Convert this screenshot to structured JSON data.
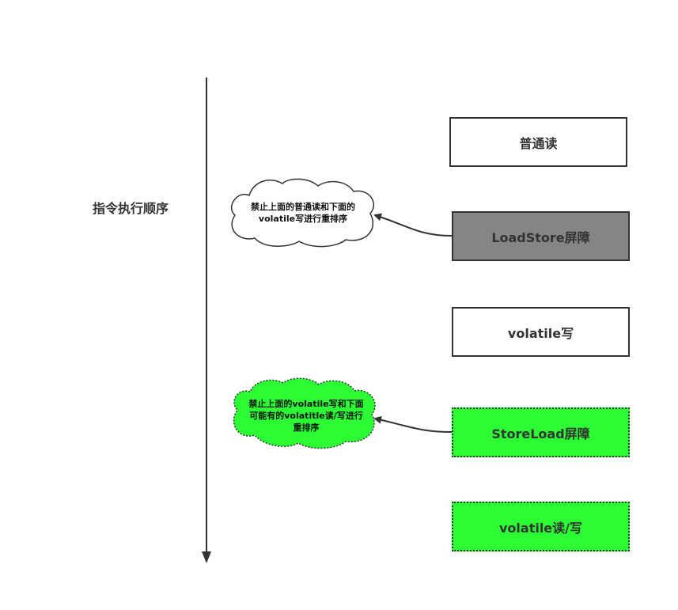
{
  "timeline_label": "指令执行顺序",
  "boxes": {
    "normal_read": "普通读",
    "loadstore_barrier": "LoadStore屏障",
    "volatile_write": "volatile写",
    "storeload_barrier": "StoreLoad屏障",
    "volatile_read_write": "volatile读/写"
  },
  "notes": {
    "loadstore_line1": "禁止上面的普通读和下面的",
    "loadstore_line2": "volatile写进行重排序",
    "storeload_line1": "禁止上面的volatile写和下面",
    "storeload_line2": "可能有的volatitle读/写进行",
    "storeload_line3": "重排序"
  },
  "colors": {
    "stroke": "#333333",
    "gray_fill": "#858585",
    "green_fill": "#2bfc33",
    "white_fill": "#ffffff"
  }
}
